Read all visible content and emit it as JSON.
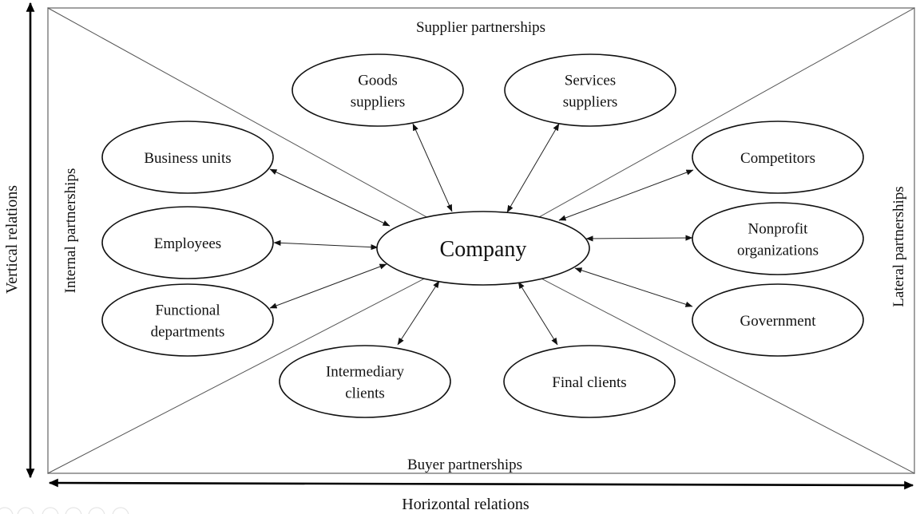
{
  "diagram": {
    "center": {
      "id": "company",
      "label": "Company"
    },
    "region_labels": {
      "top": "Supplier partnerships",
      "bottom": "Buyer partnerships",
      "left": "Internal partnerships",
      "right": "Lateral partnerships"
    },
    "axis_labels": {
      "vertical": "Vertical relations",
      "horizontal": "Horizontal relations"
    },
    "nodes": [
      {
        "id": "goods-suppliers",
        "lines": [
          "Goods",
          "suppliers"
        ],
        "group": "supplier"
      },
      {
        "id": "services-suppliers",
        "lines": [
          "Services",
          "suppliers"
        ],
        "group": "supplier"
      },
      {
        "id": "business-units",
        "lines": [
          "Business units"
        ],
        "group": "internal"
      },
      {
        "id": "employees",
        "lines": [
          "Employees"
        ],
        "group": "internal"
      },
      {
        "id": "functional-departments",
        "lines": [
          "Functional",
          "departments"
        ],
        "group": "internal"
      },
      {
        "id": "competitors",
        "lines": [
          "Competitors"
        ],
        "group": "lateral"
      },
      {
        "id": "nonprofit-organizations",
        "lines": [
          "Nonprofit",
          "organizations"
        ],
        "group": "lateral"
      },
      {
        "id": "government",
        "lines": [
          "Government"
        ],
        "group": "lateral"
      },
      {
        "id": "intermediary-clients",
        "lines": [
          "Intermediary",
          "clients"
        ],
        "group": "buyer"
      },
      {
        "id": "final-clients",
        "lines": [
          "Final clients"
        ],
        "group": "buyer"
      }
    ],
    "edges": [
      {
        "from": "company",
        "to": "goods-suppliers",
        "direction": "both"
      },
      {
        "from": "company",
        "to": "services-suppliers",
        "direction": "both"
      },
      {
        "from": "company",
        "to": "business-units",
        "direction": "both"
      },
      {
        "from": "company",
        "to": "employees",
        "direction": "both"
      },
      {
        "from": "company",
        "to": "functional-departments",
        "direction": "both"
      },
      {
        "from": "company",
        "to": "competitors",
        "direction": "both"
      },
      {
        "from": "company",
        "to": "nonprofit-organizations",
        "direction": "both"
      },
      {
        "from": "company",
        "to": "government",
        "direction": "both"
      },
      {
        "from": "company",
        "to": "intermediary-clients",
        "direction": "both"
      },
      {
        "from": "company",
        "to": "final-clients",
        "direction": "both"
      }
    ]
  },
  "colors": {
    "ink": "#111111",
    "frame": "#8a8a8a",
    "background": "#ffffff"
  }
}
